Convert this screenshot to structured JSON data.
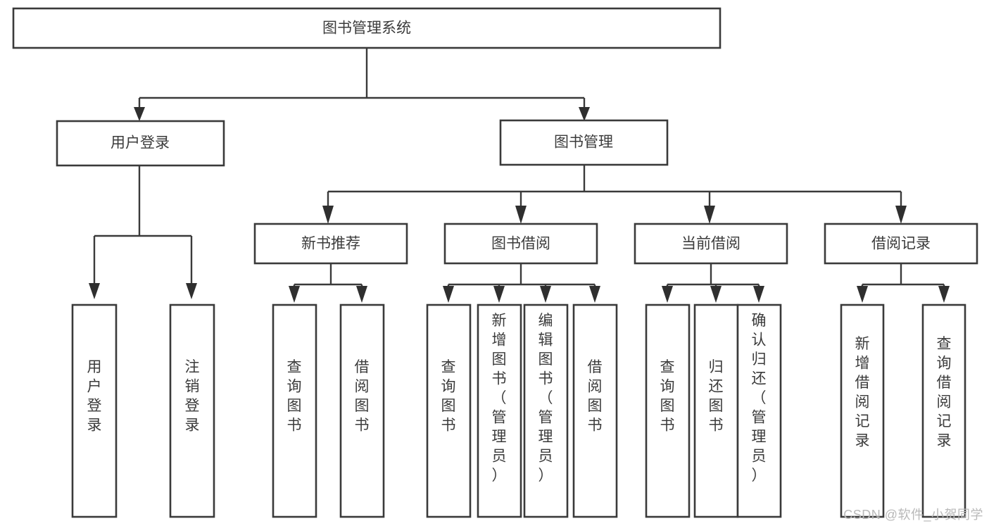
{
  "diagram": {
    "type": "tree-hierarchy",
    "title": "图书管理系统",
    "watermark": "CSDN @软件_小贺同学",
    "colors": {
      "background": "#ffffff",
      "box_fill": "#ffffff",
      "box_stroke": "#3a3a3a",
      "connector": "#3a3a3a",
      "text": "#3b3b3b",
      "watermark": "#b9b9b9"
    },
    "root": {
      "label": "图书管理系统",
      "orientation": "horizontal"
    },
    "level2": [
      {
        "id": "user-login",
        "label": "用户登录",
        "orientation": "horizontal"
      },
      {
        "id": "book-management",
        "label": "图书管理",
        "orientation": "horizontal"
      }
    ],
    "level3": [
      {
        "id": "new-book-recommend",
        "label": "新书推荐",
        "orientation": "horizontal",
        "parent": "book-management"
      },
      {
        "id": "book-borrow",
        "label": "图书借阅",
        "orientation": "horizontal",
        "parent": "book-management"
      },
      {
        "id": "current-borrow",
        "label": "当前借阅",
        "orientation": "horizontal",
        "parent": "book-management"
      },
      {
        "id": "borrow-record",
        "label": "借阅记录",
        "orientation": "horizontal",
        "parent": "book-management"
      }
    ],
    "leaves": [
      {
        "id": "leaf-user-login",
        "label": "用户登录",
        "parent": "user-login",
        "orientation": "vertical"
      },
      {
        "id": "leaf-user-logout",
        "label": "注销登录",
        "parent": "user-login",
        "orientation": "vertical"
      },
      {
        "id": "leaf-query-book-1",
        "label": "查询图书",
        "parent": "new-book-recommend",
        "orientation": "vertical"
      },
      {
        "id": "leaf-borrow-book-1",
        "label": "借阅图书",
        "parent": "new-book-recommend",
        "orientation": "vertical"
      },
      {
        "id": "leaf-query-book-2",
        "label": "查询图书",
        "parent": "book-borrow",
        "orientation": "vertical"
      },
      {
        "id": "leaf-add-book",
        "label": "新增图书（管理员）",
        "parent": "book-borrow",
        "orientation": "vertical"
      },
      {
        "id": "leaf-edit-book",
        "label": "编辑图书（管理员）",
        "parent": "book-borrow",
        "orientation": "vertical"
      },
      {
        "id": "leaf-borrow-book-2",
        "label": "借阅图书",
        "parent": "book-borrow",
        "orientation": "vertical"
      },
      {
        "id": "leaf-query-book-3",
        "label": "查询图书",
        "parent": "current-borrow",
        "orientation": "vertical"
      },
      {
        "id": "leaf-return-book",
        "label": "归还图书",
        "parent": "current-borrow",
        "orientation": "vertical"
      },
      {
        "id": "leaf-confirm-return",
        "label": "确认归还（管理员）",
        "parent": "current-borrow",
        "orientation": "vertical"
      },
      {
        "id": "leaf-add-record",
        "label": "新增借阅记录",
        "parent": "borrow-record",
        "orientation": "vertical"
      },
      {
        "id": "leaf-query-record",
        "label": "查询借阅记录",
        "parent": "borrow-record",
        "orientation": "vertical"
      }
    ]
  }
}
